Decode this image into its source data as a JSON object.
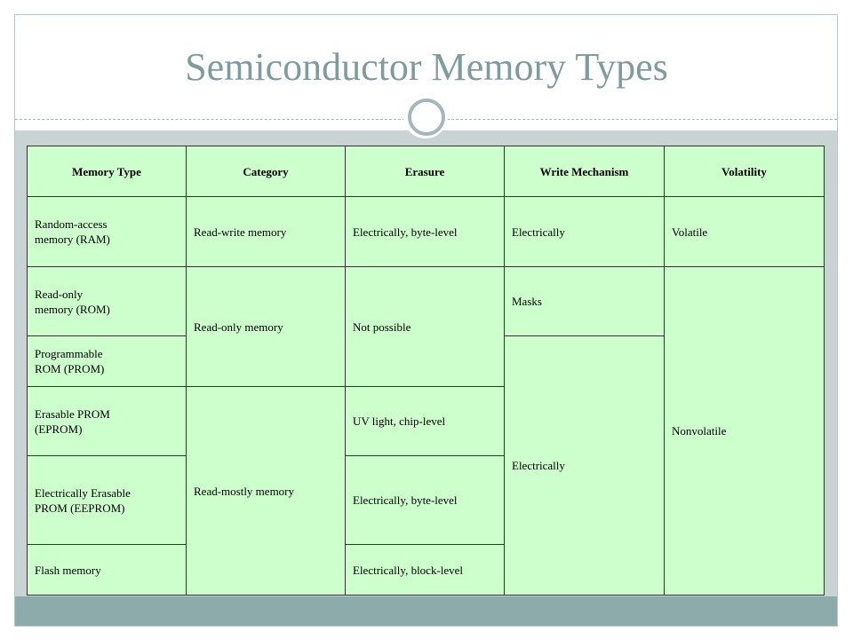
{
  "slide": {
    "title": "Semiconductor Memory Types"
  },
  "table": {
    "headers": [
      "Memory Type",
      "Category",
      "Erasure",
      "Write Mechanism",
      "Volatility"
    ],
    "memory_types": [
      "Random-access\nmemory (RAM)",
      "Read-only\nmemory (ROM)",
      "Programmable\nROM (PROM)",
      "Erasable PROM\n(EPROM)",
      "Electrically Erasable\nPROM (EEPROM)",
      "Flash memory"
    ],
    "category": {
      "ram": "Read-write memory",
      "rom_prom": "Read-only memory",
      "eprom_flash": "Read-mostly memory"
    },
    "erasure": {
      "ram": "Electrically, byte-level",
      "rom_prom": "Not possible",
      "eprom": "UV light, chip-level",
      "eeprom": "Electrically, byte-level",
      "flash": "Electrically, block-level"
    },
    "write_mechanism": {
      "ram": "Electrically",
      "rom": "Masks",
      "prom_flash": "Electrically"
    },
    "volatility": {
      "ram": "Volatile",
      "rom_flash": "Nonvolatile"
    }
  }
}
